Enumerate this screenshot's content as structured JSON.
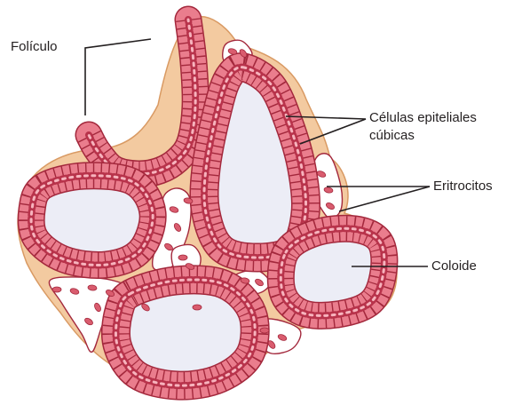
{
  "labels": {
    "foliculo": "Folículo",
    "celulas_line1": "Células epiteliales",
    "celulas_line2": "cúbicas",
    "eritrocitos": "Eritrocitos",
    "coloide": "Coloide"
  },
  "colors": {
    "stroma": "#f3caa0",
    "stroma_edge": "#d99a63",
    "cell_fill": "#ea7d8d",
    "cell_edge": "#a3283c",
    "nucleus": "#b8334b",
    "colloid": "#ecedf6",
    "vessel": "#ffffff",
    "erythrocyte": "#d95c6e",
    "leader": "#231f20"
  }
}
